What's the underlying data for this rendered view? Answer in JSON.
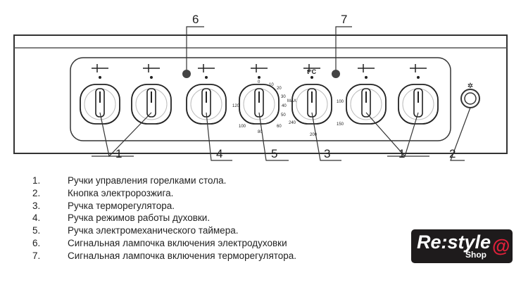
{
  "callouts": {
    "c1a": "1",
    "c2": "2",
    "c3": "3",
    "c4": "4",
    "c5": "5",
    "c6": "6",
    "c7": "7",
    "c1b": "1"
  },
  "timer_scale": [
    "0",
    "10",
    "20",
    "30",
    "40",
    "50",
    "60",
    "80",
    "100",
    "120"
  ],
  "thermo_scale": {
    "max": "MAX",
    "t100": "100",
    "t150": "150",
    "t200": "200",
    "t240": "240",
    "unit": "t°C"
  },
  "legend": [
    {
      "n": "1.",
      "text": "Ручки управления горелками стола."
    },
    {
      "n": "2.",
      "text": "Кнопка электророзжига."
    },
    {
      "n": "3.",
      "text": "Ручка терморегулятора."
    },
    {
      "n": "4.",
      "text": "Ручка режимов работы духовки."
    },
    {
      "n": "5.",
      "text": "Ручка электромеханического таймера."
    },
    {
      "n": "6.",
      "text": "Сигнальная лампочка включения электродуховки"
    },
    {
      "n": "7.",
      "text": "Сигнальная лампочка включения терморегулятора."
    }
  ],
  "logo": {
    "main": "Re:style",
    "sub": "Shop",
    "accent": "#e0203a"
  }
}
